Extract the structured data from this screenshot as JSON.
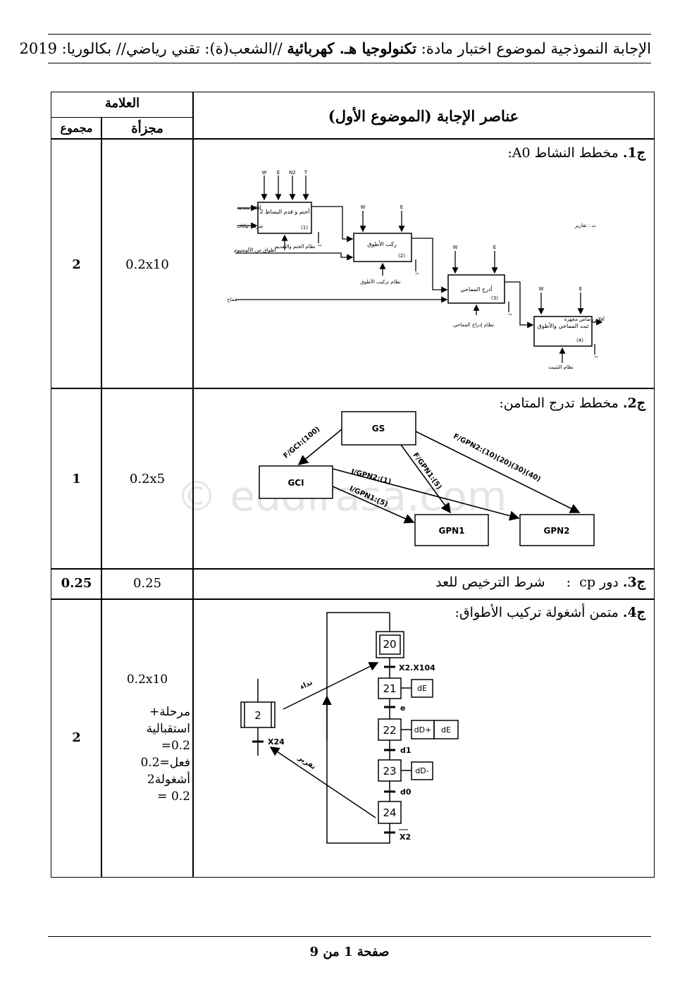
{
  "header": {
    "text_a": "الإجابة النموذجية لموضوع اختبار مادة: ",
    "subject": "تكنولوجيا هـ. كهربائية",
    "text_b": " //الشعب(ة): تقني رياضي// بكالوريا: 2019"
  },
  "table": {
    "col_main": "عناصر الإجابة (الموضوع الأول)",
    "col_grade": "العلامة",
    "col_partial": "مجزأة",
    "col_total": "مجموع"
  },
  "q1": {
    "label": "ج1.",
    "title": " مخطط النشاط A0:",
    "total": "2",
    "partial": "0.2x10",
    "top_controls": [
      "W",
      "E",
      "N2",
      "T"
    ],
    "controls_w": "W",
    "controls_e": "E",
    "inputs": [
      "أقلام معدنية",
      "شريط بيانات",
      "أطواق من الألومنيوم",
      "مماح"
    ],
    "box1": "أختم و قدم البساط 2",
    "box1_num": "(1)",
    "box1_mech": "نظام الختم والتقديم",
    "box2": "ركب الأطوق",
    "box2_num": "(2)",
    "box2_mech": "نظام تركيب الأطوق",
    "box3": "أدرج المماحي",
    "box3_num": "(3)",
    "box3_mech": "نظام إدراج المماحي",
    "box4": "ثبت المماحي والأطوق",
    "box4_num": "(4)",
    "box4_mech": "نظام التثبيت",
    "output": "أقلام رصاص مجهزة",
    "note": "ت : تقارير",
    "loss": "ت"
  },
  "q2": {
    "label": "ج2.",
    "title": " مخطط تدرج المتامن:",
    "total": "1",
    "partial": "0.2x5",
    "nodes": [
      "GS",
      "GCI",
      "GPN1",
      "GPN2"
    ],
    "links": [
      "F/GCI:(100)",
      "F/GPN1:(5)",
      "F/GPN2:(10)(20)(30)(40)",
      "I/GPN2:(1)",
      "I/GPN1:(5)"
    ]
  },
  "q3": {
    "label": "ج3.",
    "title": " دور cp  :     شرط الترخيص للعد",
    "total": "0.25",
    "partial": "0.25"
  },
  "q4": {
    "label": "ج4.",
    "title": " متمن أشغولة تركيب الأطواق:",
    "total": "2",
    "partial_1": "0.2x10",
    "partial_2": "مرحلة+ استقبالية",
    "partial_3": "0.2=",
    "partial_4": "فعل=0.2",
    "partial_5": "أشغولة2",
    "partial_6": "0.2 =",
    "steps": [
      "2",
      "20",
      "21",
      "22",
      "23",
      "24"
    ],
    "actions": [
      "dE",
      "dD+",
      "dE",
      "dD-"
    ],
    "transitions": [
      "X24",
      "X2.X104",
      "e",
      "d1",
      "d0",
      "X2"
    ],
    "arrow_up": "نداء",
    "arrow_down": "تقرير"
  },
  "footer": "صفحة 1 من 9",
  "watermark": "© eddirasa.com"
}
